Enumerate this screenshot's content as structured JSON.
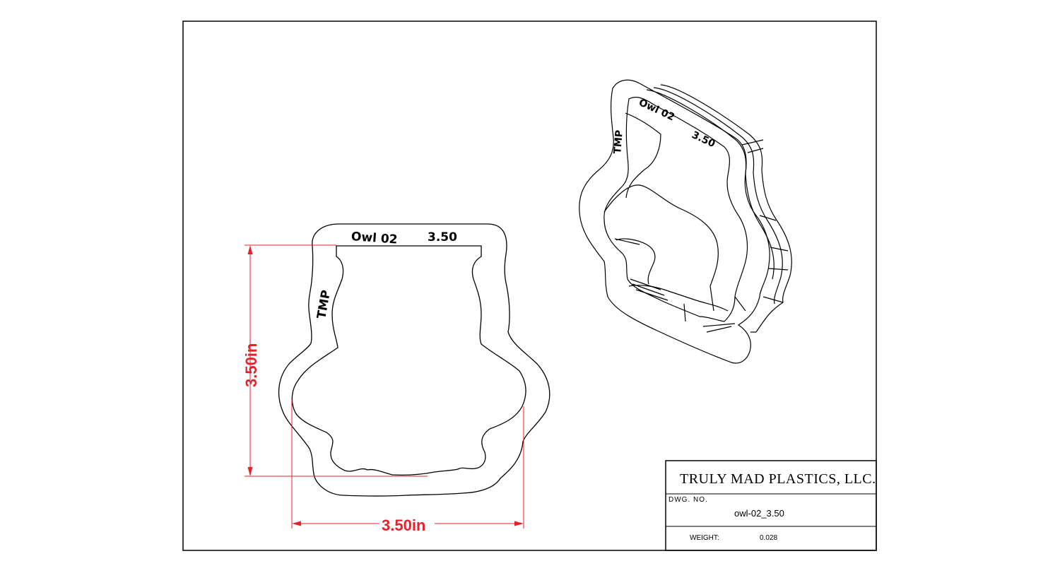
{
  "colors": {
    "line": "#000000",
    "dimension": "#e8202a",
    "background": "#ffffff"
  },
  "cutter": {
    "name_label": "Owl 02",
    "size_label": "3.50",
    "brand_label": "TMP"
  },
  "dimensions": {
    "height_label": "3.50in",
    "width_label": "3.50in"
  },
  "title_block": {
    "company": "TRULY MAD PLASTICS, LLC.",
    "dwg_no_label": "DWG.  NO.",
    "dwg_no_value": "owl-02_3.50",
    "weight_label": "WEIGHT:",
    "weight_value": "0.028"
  }
}
